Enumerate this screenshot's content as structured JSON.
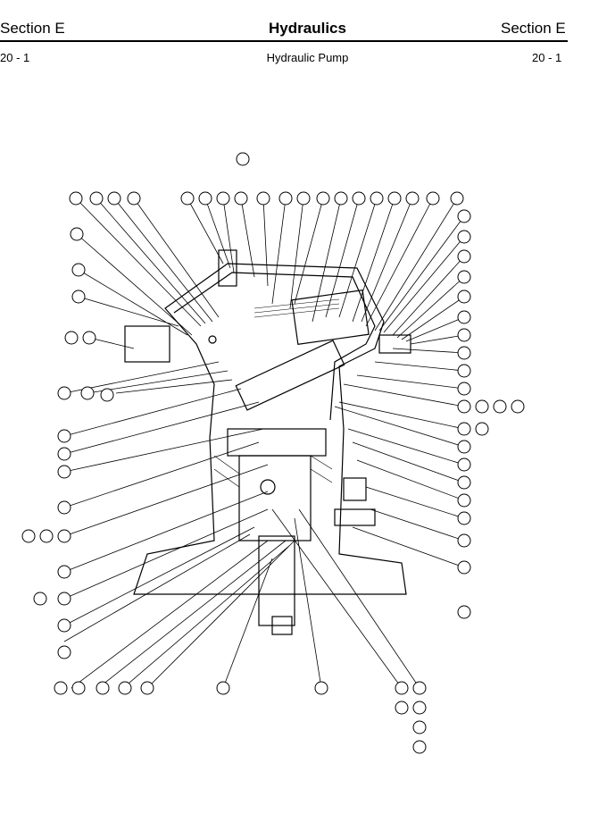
{
  "header": {
    "section_left": "Section E",
    "title": "Hydraulics",
    "section_right": "Section E"
  },
  "subheader": {
    "page_left": "20 - 1",
    "subtitle": "Hydraulic Pump",
    "page_right": "20 - 1"
  }
}
